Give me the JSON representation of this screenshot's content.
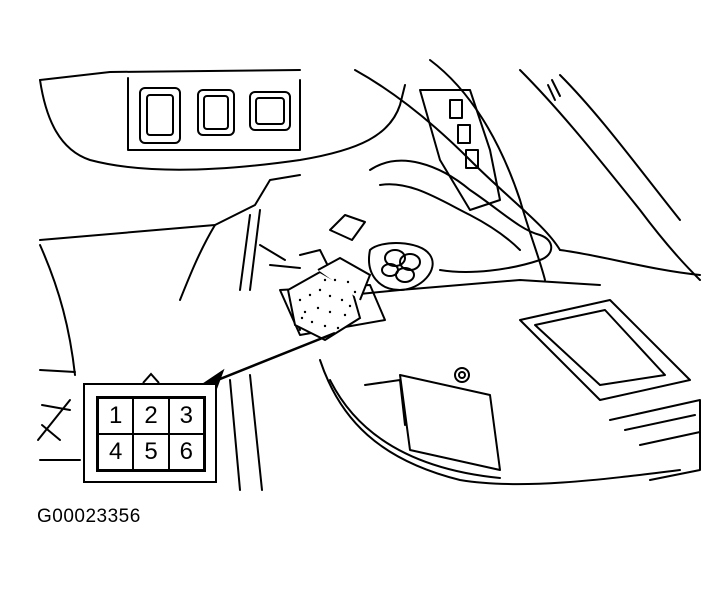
{
  "connector": {
    "pins": [
      "1",
      "2",
      "3",
      "4",
      "5",
      "6"
    ]
  },
  "figure_id": "G00023356",
  "colors": {
    "line": "#000000",
    "background": "#ffffff",
    "stipple": "#000000"
  }
}
